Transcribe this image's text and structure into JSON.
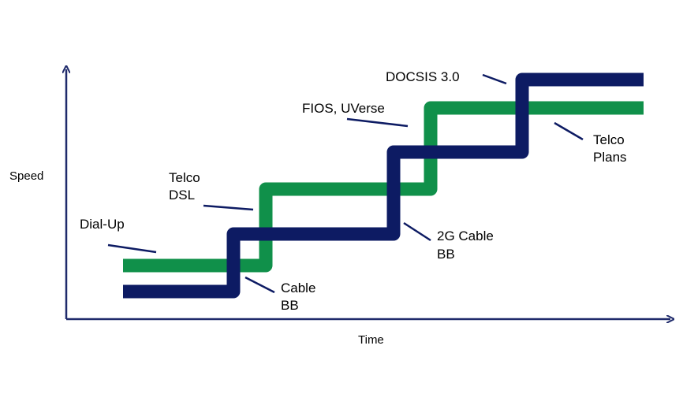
{
  "axes": {
    "x_label": "Time",
    "y_label": "Speed"
  },
  "colors": {
    "axis": "#1f2a6b",
    "telco": "#10904a",
    "cable": "#0d1b63",
    "pointer": "#0d1b63"
  },
  "series": {
    "telco": {
      "label": "Telco"
    },
    "cable": {
      "label": "Cable"
    }
  },
  "labels": {
    "dial_up": "Dial-Up",
    "telco_dsl_line1": "Telco",
    "telco_dsl_line2": "DSL",
    "cable_bb_line1": "Cable",
    "cable_bb_line2": "BB",
    "fios_uverse": "FIOS, UVerse",
    "cable_2g_line1": "2G Cable",
    "cable_2g_line2": "BB",
    "docsis": "DOCSIS 3.0",
    "telco_plans_line1": "Telco",
    "telco_plans_line2": "Plans"
  }
}
